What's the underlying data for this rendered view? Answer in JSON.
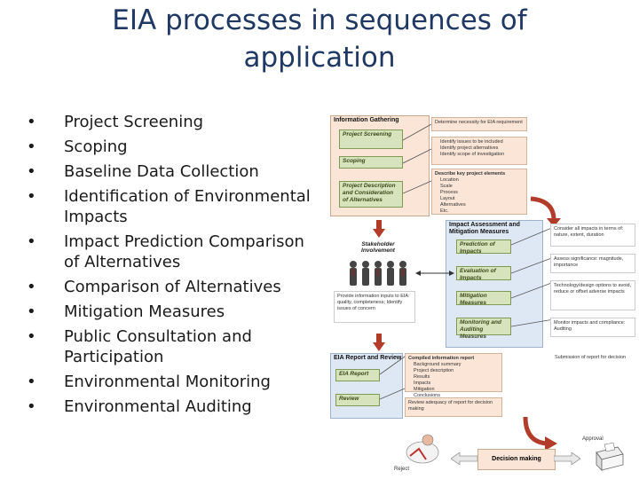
{
  "slide": {
    "title": "EIA processes in sequences of application",
    "bullets": [
      "Project Screening",
      "Scoping",
      "Baseline Data Collection",
      "Identification of Environmental Impacts",
      "Impact Prediction Comparison of Alternatives",
      "Comparison of Alternatives",
      "Mitigation Measures",
      "Public Consultation and Participation",
      "Environmental Monitoring",
      "Environmental Auditing"
    ]
  },
  "diagram": {
    "info": {
      "title": "Information Gathering",
      "stages": [
        "Project Screening",
        "Scoping",
        "Project Description and Consideration of Alternatives"
      ],
      "note1": "Determine necessity for EIA requirement",
      "note2_items": [
        "Identify issues to be included",
        "Identify project alternatives",
        "Identify scope of investigation"
      ],
      "note3_head": "Describe key project elements",
      "note3_items": [
        "Location",
        "Scale",
        "Process",
        "Layout",
        "Alternatives",
        "Etc."
      ]
    },
    "impact": {
      "title": "Impact Assessment and Mitigation Measures",
      "stages": [
        "Prediction of Impacts",
        "Evaluation of Impacts",
        "Mitigation Measures",
        "Monitoring and Auditing Measures"
      ],
      "notes": [
        "Consider all impacts in terms of: nature, extent, duration",
        "Assess significance: magnitude, importance",
        "Technology/design options to avoid, reduce or offset adverse impacts",
        "Monitor impacts and compliance: Auditing"
      ]
    },
    "stakeholder": {
      "label": "Stakeholder Involvement",
      "note": "Provide information inputs to EIA: quality, completeness; Identify issues of concern"
    },
    "report": {
      "title": "EIA Report and Review",
      "stages": [
        "EIA Report",
        "Review"
      ],
      "compiled_title": "Compiled information report",
      "compiled_items": [
        "Background summary",
        "Project description",
        "Results",
        "Impacts",
        "Mitigation",
        "Conclusions"
      ],
      "review_note": "Review adequacy of report for decision making",
      "side_note": "Submission of report for decision"
    },
    "decision": {
      "label": "Decision making",
      "left_label": "Reject",
      "right_label": "Approval"
    }
  }
}
